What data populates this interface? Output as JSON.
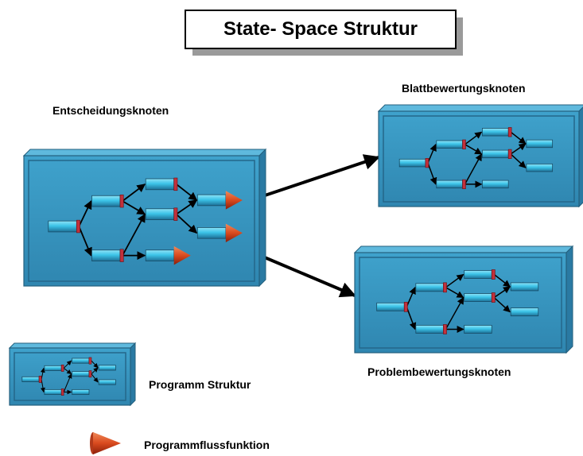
{
  "title": "State- Space Struktur",
  "labels": {
    "decision_nodes": "Entscheidungsknoten",
    "leaf_nodes": "Blattbewertungsknoten",
    "problem_nodes": "Problembewertungsknoten",
    "program_structure": "Programm Struktur",
    "program_flow_function": "Programmflussfunktion"
  },
  "colors": {
    "panel": "#3b98c2",
    "panel_edge": "#2c7396",
    "node": "#3cc4e8",
    "connector": "#c2303b",
    "arrow_head": "#d94a1e"
  }
}
